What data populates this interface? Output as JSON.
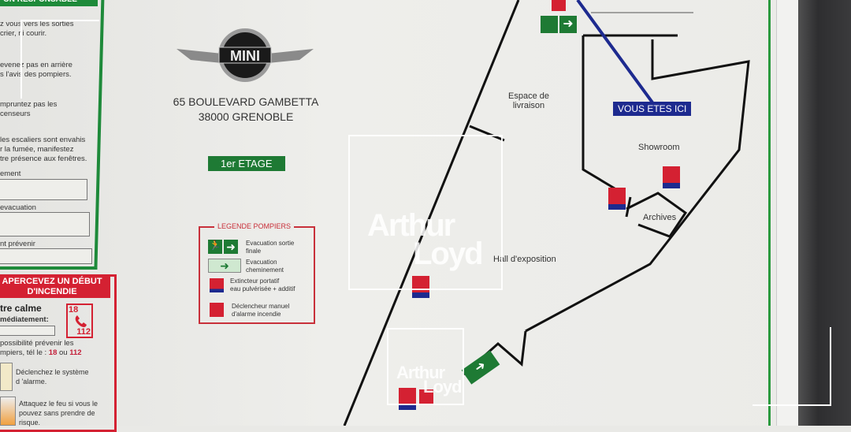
{
  "left_panel": {
    "heading": "ON RESPONSABLE",
    "instructions": [
      "z vous vers les sorties",
      "crier, ni courir.",
      "evenez pas en arrière",
      "s l'avis des pompiers.",
      "mpruntez pas les",
      "censeurs",
      "les escaliers sont envahis",
      "r la fumée, manifestez",
      "tre présence aux fenêtres."
    ],
    "fields": [
      "ement",
      "evacuation",
      "nt prévenir"
    ]
  },
  "fire_panel": {
    "heading_line1": "APERCEVEZ UN DÉBUT",
    "heading_line2": "D'INCENDIE",
    "stay_calm": "tre calme",
    "immediately": "médiatement:",
    "phone_top": "18",
    "phone_bottom": "112",
    "call_line1": "possibilité prévenir les",
    "call_line2": "mpiers, tél le : ",
    "num1": "18",
    "or": " ou ",
    "num2": "112",
    "step1_line1": "Déclenchez le système",
    "step1_line2": "d 'alarme.",
    "step2_line1": "Attaquez le feu si vous le",
    "step2_line2": "pouvez sans prendre de",
    "step2_line3": "risque."
  },
  "logo": {
    "brand": "MINI"
  },
  "address": {
    "line1": "65 BOULEVARD GAMBETTA",
    "line2": "38000 GRENOBLE"
  },
  "floor_label": "1er ETAGE",
  "legend": {
    "title": "LEGENDE POMPIERS",
    "items": [
      {
        "icon": "exit-sign-icon",
        "line1": "Evacuation sortie",
        "line2": "finale"
      },
      {
        "icon": "arrow-right-icon",
        "line1": "Evacuation",
        "line2": "cheminement"
      },
      {
        "icon": "fire-extinguisher-icon",
        "line1": "Extincteur portatif",
        "line2": "eau pulvérisée + additif"
      },
      {
        "icon": "fire-alarm-icon",
        "line1": "Déclencheur manuel",
        "line2": "d'alarme incendie"
      }
    ]
  },
  "plan": {
    "you_are_here": "VOUS ETES ICI",
    "rooms": {
      "delivery_line1": "Espace de",
      "delivery_line2": "livraison",
      "showroom": "Showroom",
      "archives": "Archives",
      "hall": "Hall d'exposition"
    }
  },
  "watermark": {
    "line1": "Arthur",
    "line2": "Loyd"
  },
  "colors": {
    "green": "#1e8a3a",
    "red": "#d42132",
    "blue": "#1d2a8f"
  }
}
